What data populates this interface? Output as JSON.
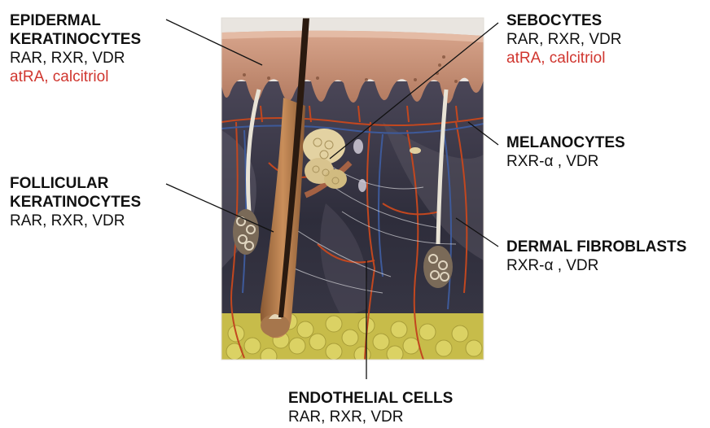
{
  "cells": [
    {
      "id": "epidermal",
      "title1": "EPIDERMAL",
      "title2": "KERATINOCYTES",
      "receptors": "RAR, RXR, VDR",
      "ligands": "atRA, calcitriol"
    },
    {
      "id": "follicular",
      "title1": "FOLLICULAR",
      "title2": "KERATINOCYTES",
      "receptors": "RAR, RXR, VDR",
      "ligands": ""
    },
    {
      "id": "sebocytes",
      "title1": "SEBOCYTES",
      "title2": "",
      "receptors": "RAR, RXR, VDR",
      "ligands": "atRA, calcitriol"
    },
    {
      "id": "melanocytes",
      "title1": "MELANOCYTES",
      "title2": "",
      "receptors": "RXR-α , VDR",
      "ligands": ""
    },
    {
      "id": "fibroblasts",
      "title1": "DERMAL FIBROBLASTS",
      "title2": "",
      "receptors": "RXR-α , VDR",
      "ligands": ""
    },
    {
      "id": "endothelial",
      "title1": "ENDOTHELIAL CELLS",
      "title2": "",
      "receptors": "RAR, RXR, VDR",
      "ligands": ""
    }
  ],
  "colors": {
    "ligand_text": "#d0362f",
    "epidermis": "#c98e74",
    "dermis_dark": "#2f2f3e",
    "fat": "#d9cf5a",
    "vessel_red": "#c2471f",
    "vessel_blue": "#3e5a9a",
    "hair": "#2a1a10"
  },
  "icons": [
    "skin-cross-section-illustration"
  ]
}
